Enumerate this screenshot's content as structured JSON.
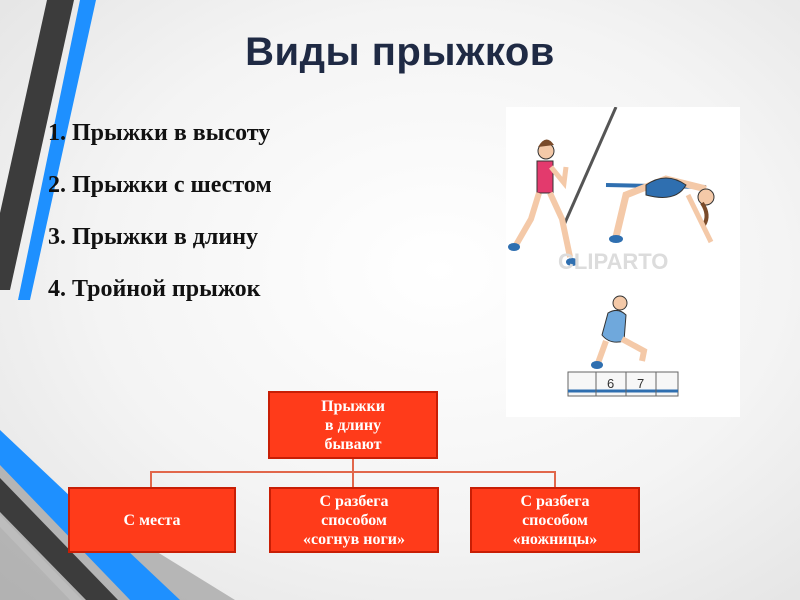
{
  "slide": {
    "title": "Виды прыжков",
    "items": [
      "1. Прыжки в высоту",
      "2. Прыжки с шестом",
      "3. Прыжки в длину",
      "4. Тройной прыжок"
    ]
  },
  "diagram": {
    "root": "Прыжки\nв длину\nбывают",
    "children": [
      "С места",
      "С разбега\nспособом\n«согнув ноги»",
      "С разбега\nспособом\n«ножницы»"
    ],
    "box_color": "#ff3b1a",
    "border_color": "#c81e05"
  },
  "illustration": {
    "watermark": "CLIPARTO",
    "ruler_numbers": [
      "6",
      "7"
    ]
  },
  "colors": {
    "accent_blue": "#1e90ff",
    "accent_dark": "#3a3a3a",
    "title_color": "#1f2a44"
  }
}
